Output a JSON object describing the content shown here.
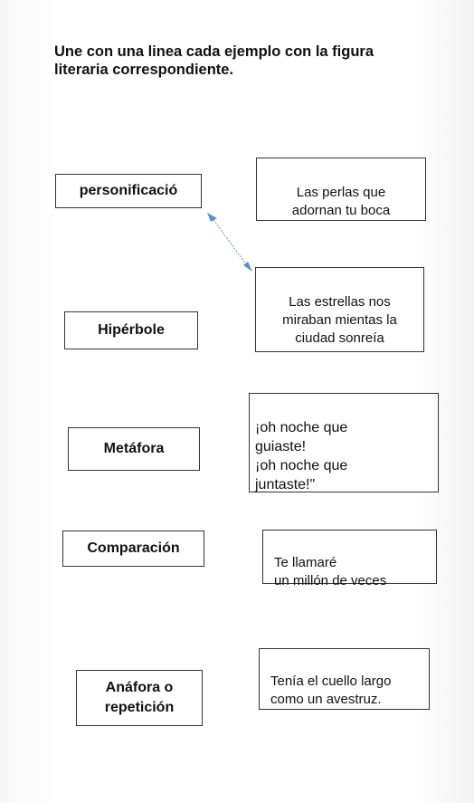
{
  "instruction": "Une con una linea cada ejemplo con la figura\n literaria correspondiente.",
  "figures": [
    {
      "label": "personificació"
    },
    {
      "label": "Hipérbole"
    },
    {
      "label": "Metáfora"
    },
    {
      "label": "Comparación"
    },
    {
      "label": "Anáfora o\nrepetición"
    }
  ],
  "examples": [
    {
      "text": "Las perlas que\nadornan tu boca"
    },
    {
      "text": "Las estrellas nos\nmiraban mientas la\nciudad sonreía"
    },
    {
      "text": "¡oh noche que\nguiaste!\n¡oh noche que\njuntaste!\""
    },
    {
      "text": "Te llamaré\nun millón de veces"
    },
    {
      "text": "Tenía el cuello largo\ncomo un avestruz."
    }
  ],
  "connector_color": "#5b8fd0"
}
